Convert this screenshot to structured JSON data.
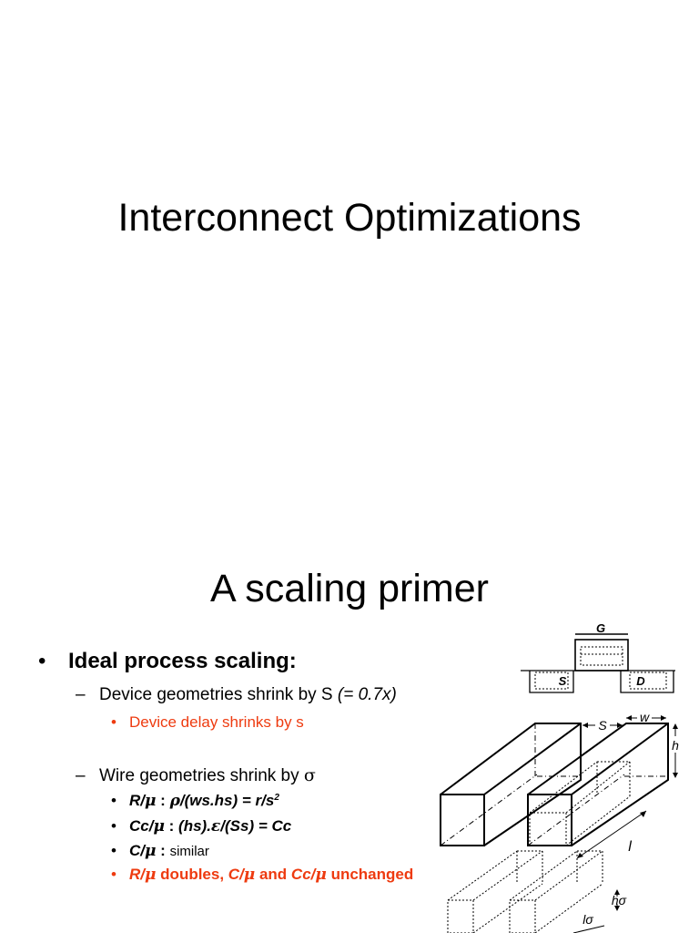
{
  "slide1": {
    "title": "Interconnect Optimizations"
  },
  "slide2": {
    "title": "A scaling primer",
    "heading": "Ideal process scaling:",
    "device_line": "Device geometries shrink by S",
    "device_factor": "(= 0.7x)",
    "device_delay": "Device delay shrinks by s",
    "wire_line": "Wire geometries shrink by",
    "sigma": "σ",
    "r_label": "R/",
    "mu": "μ",
    "colon": " : ",
    "rho": "ρ",
    "r_formula": "/(ws.hs)  = r/s",
    "r_exp": "2",
    "cc_label": "Cc/",
    "cc_formula_a": " (hs).",
    "epsilon": "ε",
    "cc_formula_b": "/(Ss) = Cc",
    "c_label": "C/",
    "c_desc": "similar",
    "summary_r": "R/",
    "summary_doubles": " doubles, ",
    "summary_c": "C/",
    "summary_and": "  and ",
    "summary_cc": "Cc/",
    "summary_unchanged": " unchanged",
    "bullet": "•",
    "dash": "–",
    "diagram_labels": {
      "gate": "G",
      "source": "S",
      "drain": "D",
      "spacing": "S",
      "width": "w",
      "height": "h",
      "length": "l",
      "scaled_height": "hσ",
      "scaled_length": "lσ"
    }
  }
}
